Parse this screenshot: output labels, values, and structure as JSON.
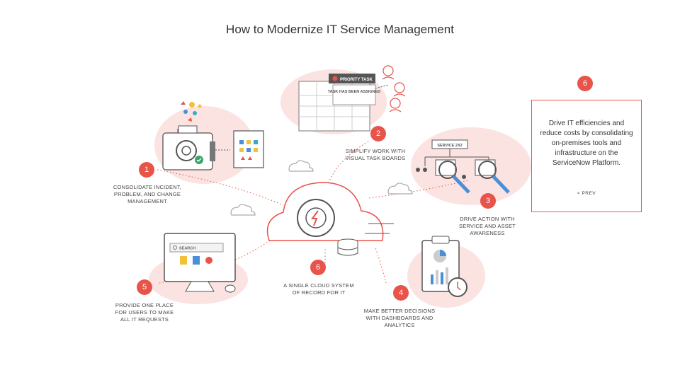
{
  "title": "How to Modernize IT Service Management",
  "panel": {
    "badge": "6",
    "text": "Drive IT efficiencies and reduce costs by consolidating on-premises tools and infrastructure on the ServiceNow Platform.",
    "prev_label": "< PREV"
  },
  "steps": [
    {
      "number": "1",
      "label": "CONSOLIDATE INCIDENT, PROBLEM, AND CHANGE MANAGEMENT"
    },
    {
      "number": "2",
      "label": "SIMPLIFY WORK WITH VISUAL TASK BOARDS"
    },
    {
      "number": "3",
      "label": "DRIVE ACTION WITH SERVICE AND ASSET AWARENESS"
    },
    {
      "number": "4",
      "label": "MAKE BETTER DECISIONS WITH DASHBOARDS AND ANALYTICS"
    },
    {
      "number": "5",
      "label": "PROVIDE ONE PLACE FOR USERS TO MAKE ALL IT REQUESTS"
    },
    {
      "number": "6",
      "label": "A SINGLE CLOUD SYSTEM OF RECORD FOR IT"
    }
  ],
  "task_board": {
    "header": "PRIORITY TASK",
    "note": "TASK HAS BEEN ASSIGNED"
  },
  "service_map": {
    "tag": "SERVICE 2X2"
  },
  "portal": {
    "search_label": "SEARCH"
  },
  "colors": {
    "accent": "#e8534a",
    "blob": "#fbe3e1",
    "line": "#555555"
  }
}
